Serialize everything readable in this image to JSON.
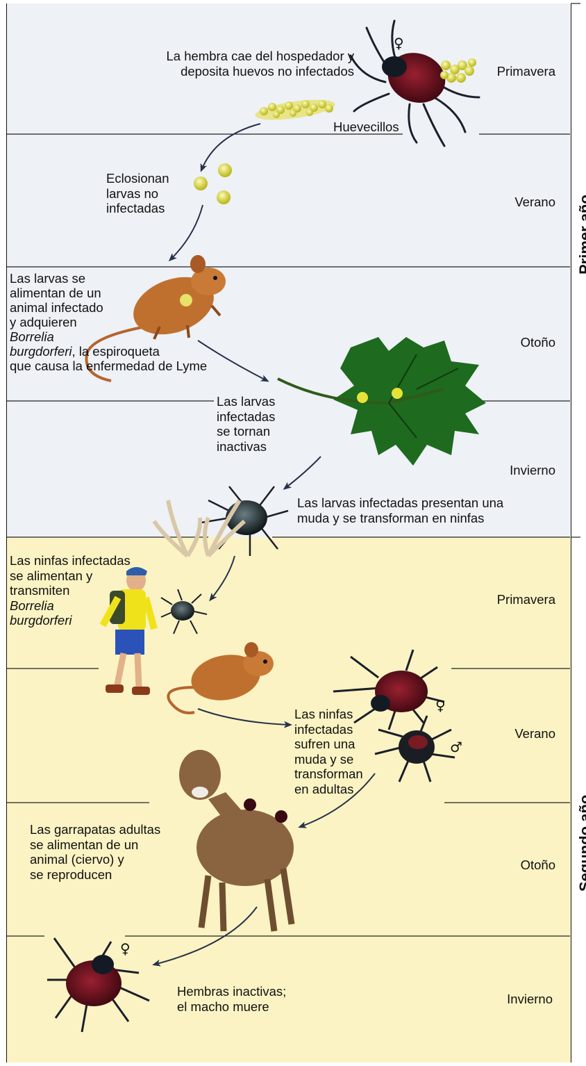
{
  "years": {
    "first": "Primer año",
    "second": "Segundo año"
  },
  "seasons": {
    "y1_spring": "Primavera",
    "y1_summer": "Verano",
    "y1_autumn": "Otoño",
    "y1_winter": "Invierno",
    "y2_spring": "Primavera",
    "y2_summer": "Verano",
    "y2_autumn": "Otoño",
    "y2_winter": "Invierno"
  },
  "labels": {
    "female_drops_l1": "La hembra cae del hospedador y",
    "female_drops_l2": "deposita huevos no infectados",
    "eggs": "Huevecillos",
    "hatch_l1": "Eclosionan",
    "hatch_l2": "larvas no",
    "hatch_l3": "infectadas",
    "larvae_feed_l1": "Las larvas se",
    "larvae_feed_l2": "alimentan de un",
    "larvae_feed_l3": "animal infectado",
    "larvae_feed_l4": "y adquieren",
    "larvae_feed_l5a": "Borrelia",
    "larvae_feed_l6a": "burgdorferi",
    "larvae_feed_l6b": ", la espiroqueta",
    "larvae_feed_l7": "que causa la enfermedad de Lyme",
    "inactive_l1": "Las larvas",
    "inactive_l2": "infectadas",
    "inactive_l3": "se tornan",
    "inactive_l4": "inactivas",
    "molt_l1": "Las larvas infectadas presentan una",
    "molt_l2": "muda y se transforman en ninfas",
    "nymph_feed_l1": "Las ninfas infectadas",
    "nymph_feed_l2": "se alimentan y",
    "nymph_feed_l3": "transmiten",
    "nymph_feed_l4": "Borrelia",
    "nymph_feed_l5": "burgdorferi",
    "nymph_molt_l1": "Las ninfas",
    "nymph_molt_l2": "infectadas",
    "nymph_molt_l3": "sufren una",
    "nymph_molt_l4": "muda y se",
    "nymph_molt_l5": "transforman",
    "nymph_molt_l6": "en adultas",
    "adult_feed_l1": "Las garrapatas adultas",
    "adult_feed_l2": "se alimentan de un",
    "adult_feed_l3": "animal (ciervo) y",
    "adult_feed_l4": "se reproducen",
    "winter_l1": "Hembras inactivas;",
    "winter_l2": "el macho muere"
  },
  "symbols": {
    "female": "♀",
    "male": "♂"
  }
}
